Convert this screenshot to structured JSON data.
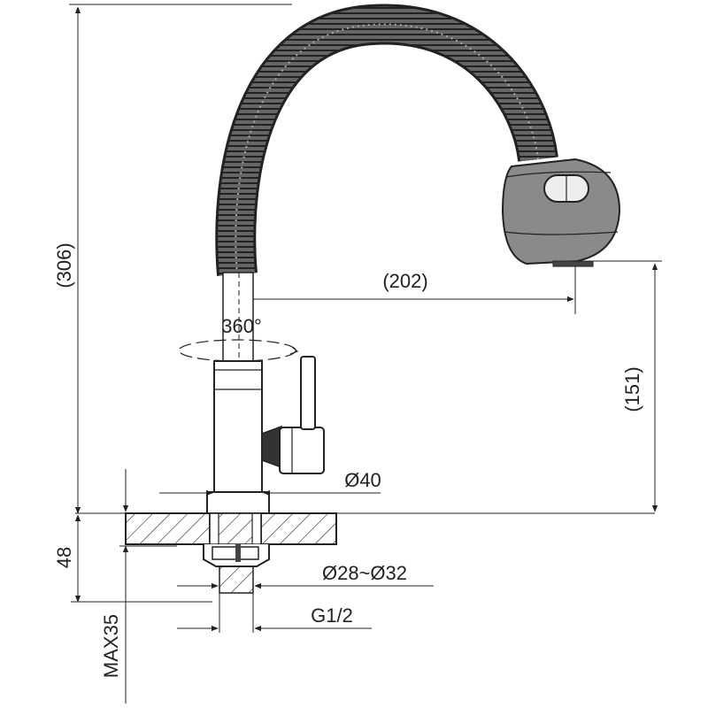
{
  "dimensions": {
    "overall_height": "(306)",
    "reach": "(202)",
    "spout_height": "(151)",
    "rotation": "360°",
    "body_diameter": "Ø40",
    "hole_diameter": "Ø28~Ø32",
    "thread": "G1/2",
    "base_height": "48",
    "max_thickness": "MAX35"
  },
  "colors": {
    "line": "#222222",
    "background": "#ffffff",
    "hose": "#444444",
    "head": "#888888"
  }
}
